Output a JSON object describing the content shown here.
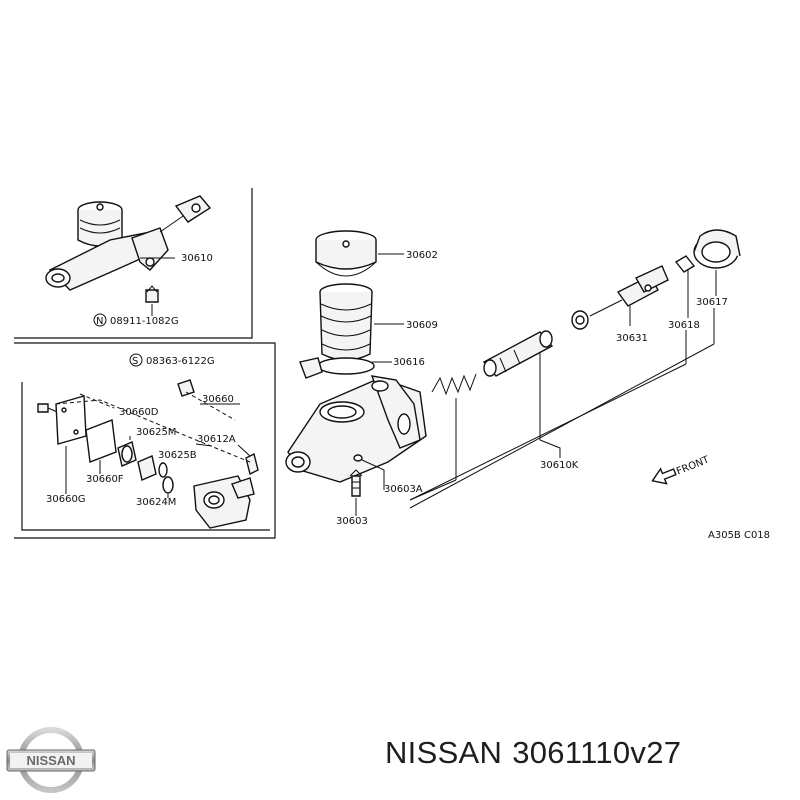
{
  "diagram": {
    "labels": {
      "p30610": "30610",
      "p08911": "08911-1082G",
      "p30602": "30602",
      "p30609": "30609",
      "p30616": "30616",
      "p08363": "08363-6122G",
      "p30660": "30660",
      "p30660D": "30660D",
      "p30625M": "30625M",
      "p30612A": "30612A",
      "p30625B": "30625B",
      "p30660F": "30660F",
      "p30660G": "30660G",
      "p30624M": "30624M",
      "p30631": "30631",
      "p30618": "30618",
      "p30617": "30617",
      "p30610K": "30610K",
      "p30603A": "30603A",
      "p30603": "30603",
      "front": "FRONT",
      "code": "A305B C018",
      "n_marker": "N",
      "s_marker": "S"
    }
  },
  "footer": {
    "brand": "NISSAN",
    "part_number": "3061110v27",
    "logo_text": "NISSAN"
  }
}
